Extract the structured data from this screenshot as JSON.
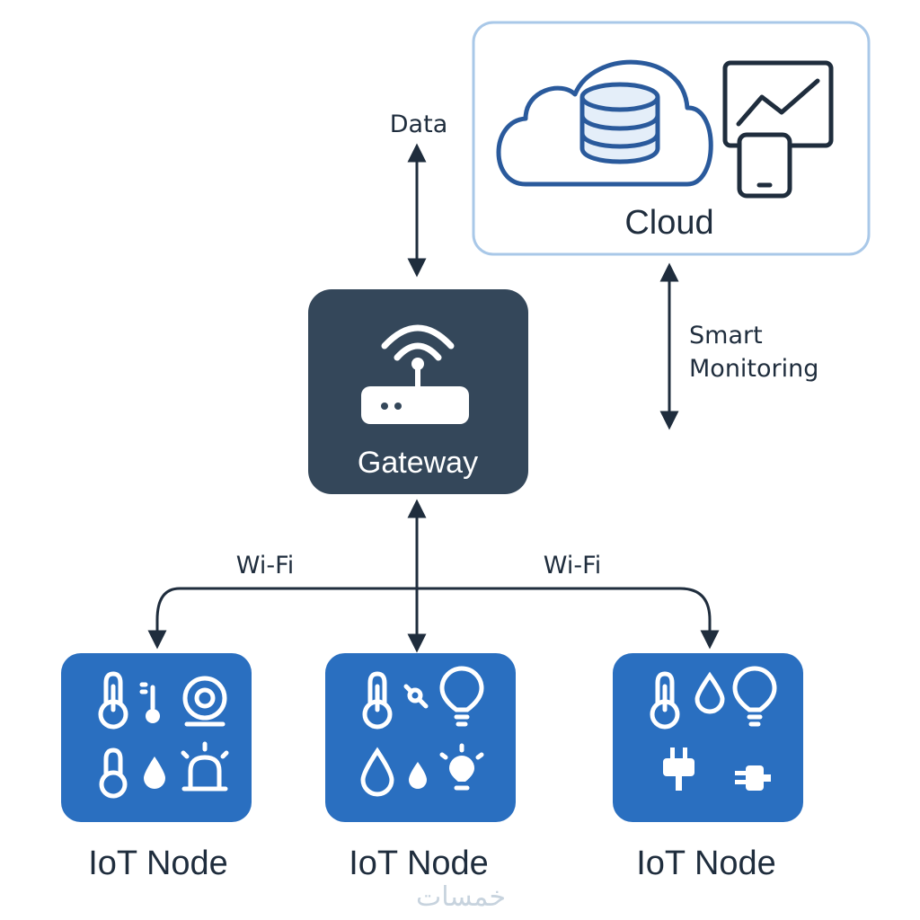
{
  "cloud": {
    "label": "Cloud"
  },
  "gateway": {
    "label": "Gateway"
  },
  "links": {
    "data_label": "Data",
    "monitoring_label_line1": "Smart",
    "monitoring_label_line2": "Monitoring",
    "wifi_left_label": "Wi-Fi",
    "wifi_right_label": "Wi-Fi"
  },
  "nodes": [
    {
      "label": "IoT Node",
      "icons": [
        "thermometer-icon",
        "small-thermometer-icon",
        "camera-icon",
        "thermometer-icon",
        "water-drop-icon",
        "alarm-light-icon"
      ]
    },
    {
      "label": "IoT Node",
      "icons": [
        "thermometer-icon",
        "motion-sensor-icon",
        "light-bulb-icon",
        "water-drop-icon",
        "water-drop-icon",
        "light-bulb-icon"
      ]
    },
    {
      "label": "IoT Node",
      "icons": [
        "thermometer-icon",
        "water-drop-icon",
        "light-bulb-icon",
        "plug-icon",
        "plug-icon"
      ]
    }
  ],
  "watermark": "خمسات",
  "colors": {
    "dark": "#1f2d3d",
    "node_blue": "#2a6fc0",
    "gateway": "#34475a",
    "cloud_border": "#a9c8e8",
    "cloud_icon": "#2a5a9c"
  }
}
